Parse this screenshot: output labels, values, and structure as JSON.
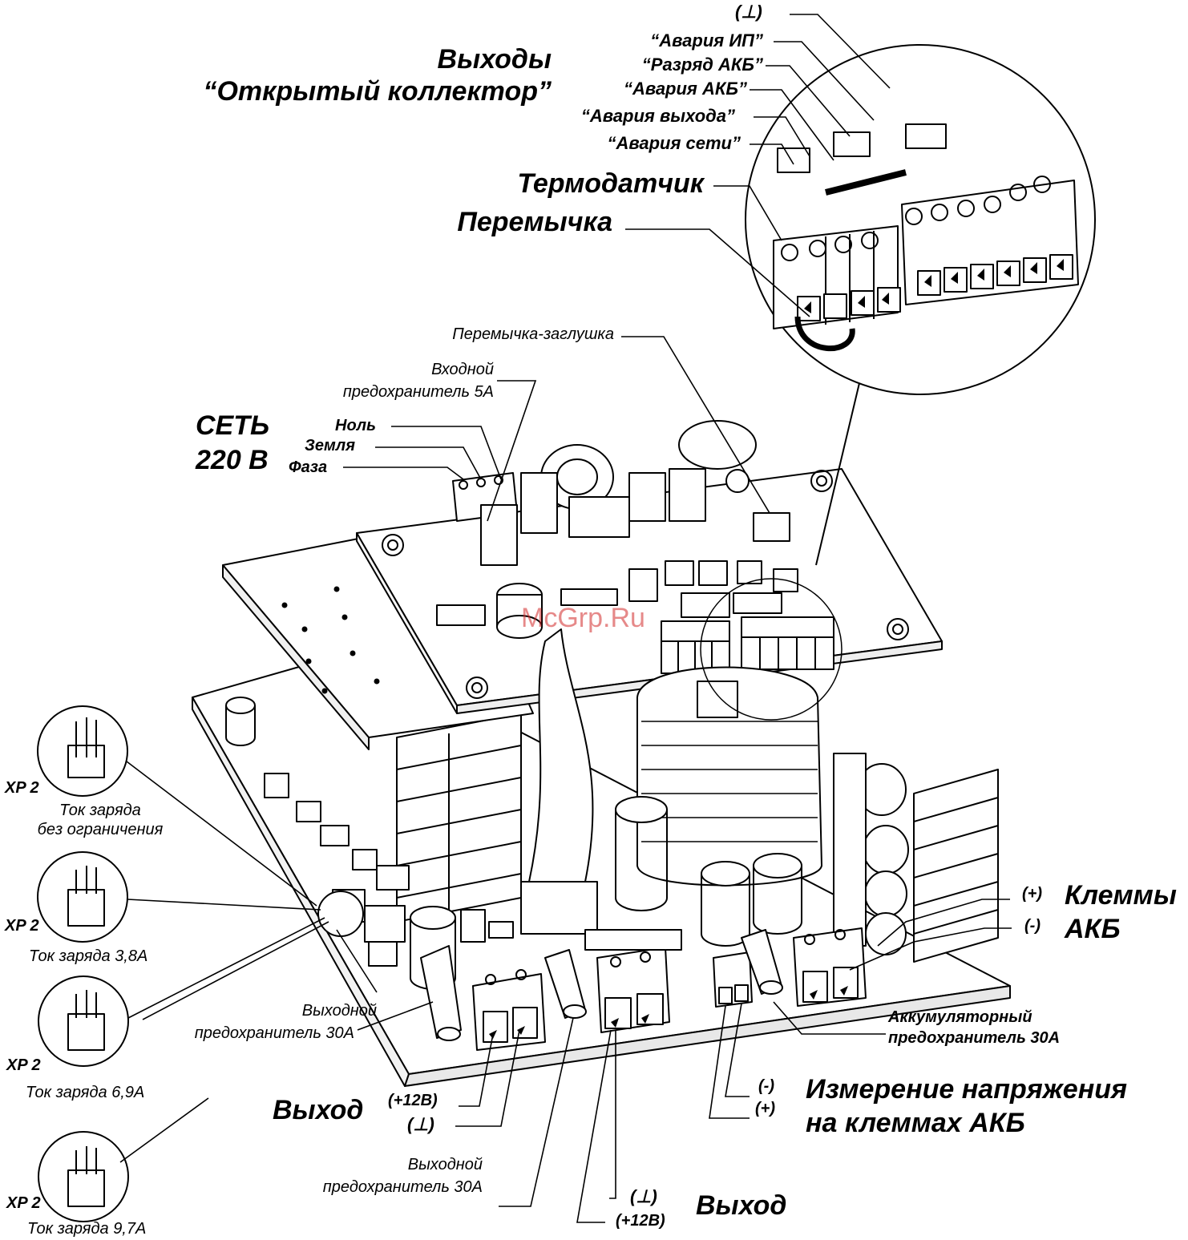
{
  "open_collector": {
    "title_line1": "Выходы",
    "title_line2": "“Открытый коллектор”",
    "ground": "(⊥)",
    "psu_fault": "“Авария ИП”",
    "battery_discharge": "“Разряд АКБ”",
    "battery_fault": "“Авария АКБ”",
    "output_fault": "“Авария выхода”",
    "mains_fault": "“Авария сети”"
  },
  "thermo_sensor": "Термодатчик",
  "jumper": "Перемычка",
  "jumper_plug": "Перемычка-заглушка",
  "input_fuse_line1": "Входной",
  "input_fuse_line2": "предохранитель 5А",
  "mains": {
    "title_line1": "СЕТЬ",
    "title_line2": "220 В",
    "neutral": "Ноль",
    "earth": "Земля",
    "phase": "Фаза"
  },
  "xp2_jumpers": [
    {
      "name": "XP 2",
      "line1": "Ток заряда",
      "line2": "без ограничения"
    },
    {
      "name": "XP 2",
      "line1": "Ток заряда 3,8А",
      "line2": ""
    },
    {
      "name": "XP 2",
      "line1": "Ток заряда 6,9А",
      "line2": ""
    },
    {
      "name": "XP 2",
      "line1": "Ток заряда 9,7А",
      "line2": ""
    }
  ],
  "battery_terminals": {
    "plus": "(+)",
    "minus": "(-)",
    "line1": "Клеммы",
    "line2": "АКБ"
  },
  "battery_fuse_line1": "Аккумуляторный",
  "battery_fuse_line2": "предохранитель 30А",
  "output_fuse_left_line1": "Выходной",
  "output_fuse_left_line2": "предохранитель 30А",
  "output_fuse_bottom_line1": "Выходной",
  "output_fuse_bottom_line2": "предохранитель 30А",
  "output_left": {
    "title": "Выход",
    "plus12": "(+12В)",
    "ground": "(⊥)"
  },
  "output_right": {
    "title": "Выход",
    "ground": "(⊥)",
    "plus12": "(+12В)"
  },
  "measure": {
    "minus": "(-)",
    "plus": "(+)",
    "line1": "Измерение напряжения",
    "line2": "на клеммах АКБ"
  },
  "watermark": "McGrp.Ru"
}
